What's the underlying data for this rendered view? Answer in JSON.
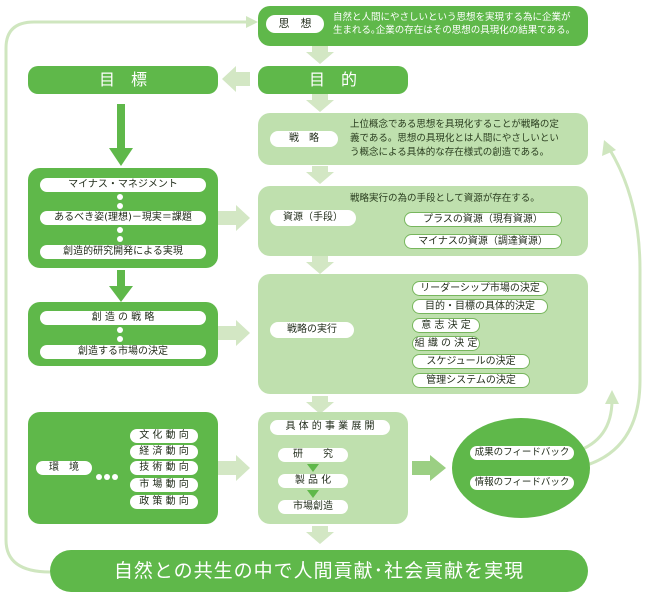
{
  "thought": {
    "label": "思　想",
    "text_line1": "自然と人間にやさしいという思想を実現する為に企業が",
    "text_line2": "生まれる｡企業の存在はその思想の具現化の結果である。"
  },
  "goal": {
    "label": "目　標"
  },
  "purpose": {
    "label": "目　的"
  },
  "strategy": {
    "label": "戦　略",
    "text_line1": "上位概念である思想を具現化することが戦略の定",
    "text_line2": "義である。思想の具現化とは人間にやさしいとい",
    "text_line3": "う概念による具体的な存在様式の創造である。"
  },
  "minus_box": {
    "items": [
      "マイナス・マネジメント",
      "あるべき姿(理想)－現実＝課題",
      "創造的研究開発による実現"
    ]
  },
  "resources": {
    "label": "資源（手段）",
    "heading": "戦略実行の為の手段として資源が存在する。",
    "plus": "プラスの資源（現有資源）",
    "minus": "マイナスの資源（調達資源）"
  },
  "creative_box": {
    "items": [
      "創 造 の 戦 略",
      "創造する市場の決定"
    ]
  },
  "execution": {
    "label": "戦略の実行",
    "items": [
      "リーダーシップ市場の決定",
      "目的・目標の具体的決定",
      "意 志 決 定",
      "組 織 の 決 定",
      "スケジュールの決定",
      "管理システムの決定"
    ]
  },
  "environment": {
    "label": "環　境",
    "items": [
      "文 化 動 向",
      "経 済 動 向",
      "技 術 動 向",
      "市 場 動 向",
      "政 策 動 向"
    ]
  },
  "business": {
    "label": "具 体 的 事 業 展 開",
    "steps": [
      "研　　究",
      "製 品 化",
      "市場創造"
    ]
  },
  "feedback": {
    "items": [
      "成果のフィードバック",
      "情報のフィードバック"
    ]
  },
  "bottom": {
    "label": "自然との共生の中で人間貢献･社会貢献を実現"
  },
  "colors": {
    "dark": "#5fb84a",
    "light": "#bfe0ae",
    "arrow": "#d3e7c4"
  }
}
